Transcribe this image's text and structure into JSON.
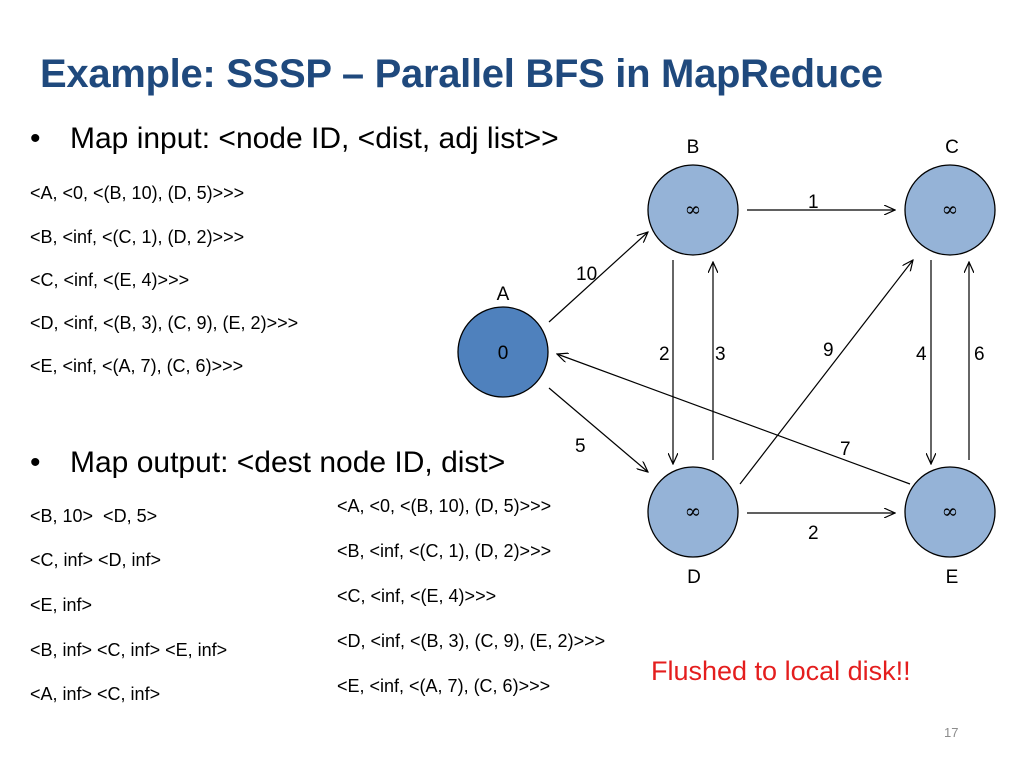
{
  "slide": {
    "title": "Example: SSSP – Parallel BFS in MapReduce",
    "page_number": "17"
  },
  "map_input": {
    "bullet": "•",
    "heading": "Map input: <node ID, <dist, adj list>>",
    "lines": [
      "<A, <0, <(B, 10), (D, 5)>>>",
      "<B, <inf, <(C, 1), (D, 2)>>>",
      "<C, <inf, <(E, 4)>>>",
      "<D, <inf, <(B, 3), (C, 9), (E, 2)>>>",
      "<E, <inf, <(A, 7), (C, 6)>>>"
    ]
  },
  "map_output": {
    "bullet": "•",
    "heading": "Map output: <dest node ID, dist>",
    "lines": [
      "<B, 10>  <D, 5>",
      "<C, inf> <D, inf>",
      "<E, inf>",
      "<B, inf> <C, inf> <E, inf>",
      "<A, inf> <C, inf>"
    ]
  },
  "flushed_records": [
    "<A, <0, <(B, 10), (D, 5)>>>",
    "<B, <inf, <(C, 1), (D, 2)>>>",
    "<C, <inf, <(E, 4)>>>",
    "<D, <inf, <(B, 3), (C, 9), (E, 2)>>>",
    "<E, <inf, <(A, 7), (C, 6)>>>"
  ],
  "flushed_note": "Flushed to local disk!!",
  "graph": {
    "nodes": [
      {
        "id": "A",
        "label": "A",
        "value": "0",
        "source": true
      },
      {
        "id": "B",
        "label": "B",
        "value": "∞",
        "source": false
      },
      {
        "id": "C",
        "label": "C",
        "value": "∞",
        "source": false
      },
      {
        "id": "D",
        "label": "D",
        "value": "∞",
        "source": false
      },
      {
        "id": "E",
        "label": "E",
        "value": "∞",
        "source": false
      }
    ],
    "edges": [
      {
        "from": "A",
        "to": "B",
        "weight": "10"
      },
      {
        "from": "A",
        "to": "D",
        "weight": "5"
      },
      {
        "from": "B",
        "to": "C",
        "weight": "1"
      },
      {
        "from": "B",
        "to": "D",
        "weight": "2"
      },
      {
        "from": "D",
        "to": "B",
        "weight": "3"
      },
      {
        "from": "D",
        "to": "C",
        "weight": "9"
      },
      {
        "from": "D",
        "to": "E",
        "weight": "2"
      },
      {
        "from": "C",
        "to": "E",
        "weight": "4"
      },
      {
        "from": "E",
        "to": "C",
        "weight": "6"
      },
      {
        "from": "E",
        "to": "A",
        "weight": "7"
      }
    ]
  },
  "colors": {
    "title": "#1f497d",
    "node_fill": "#95b3d7",
    "source_fill": "#4f81bd",
    "note": "#e41e1e"
  }
}
